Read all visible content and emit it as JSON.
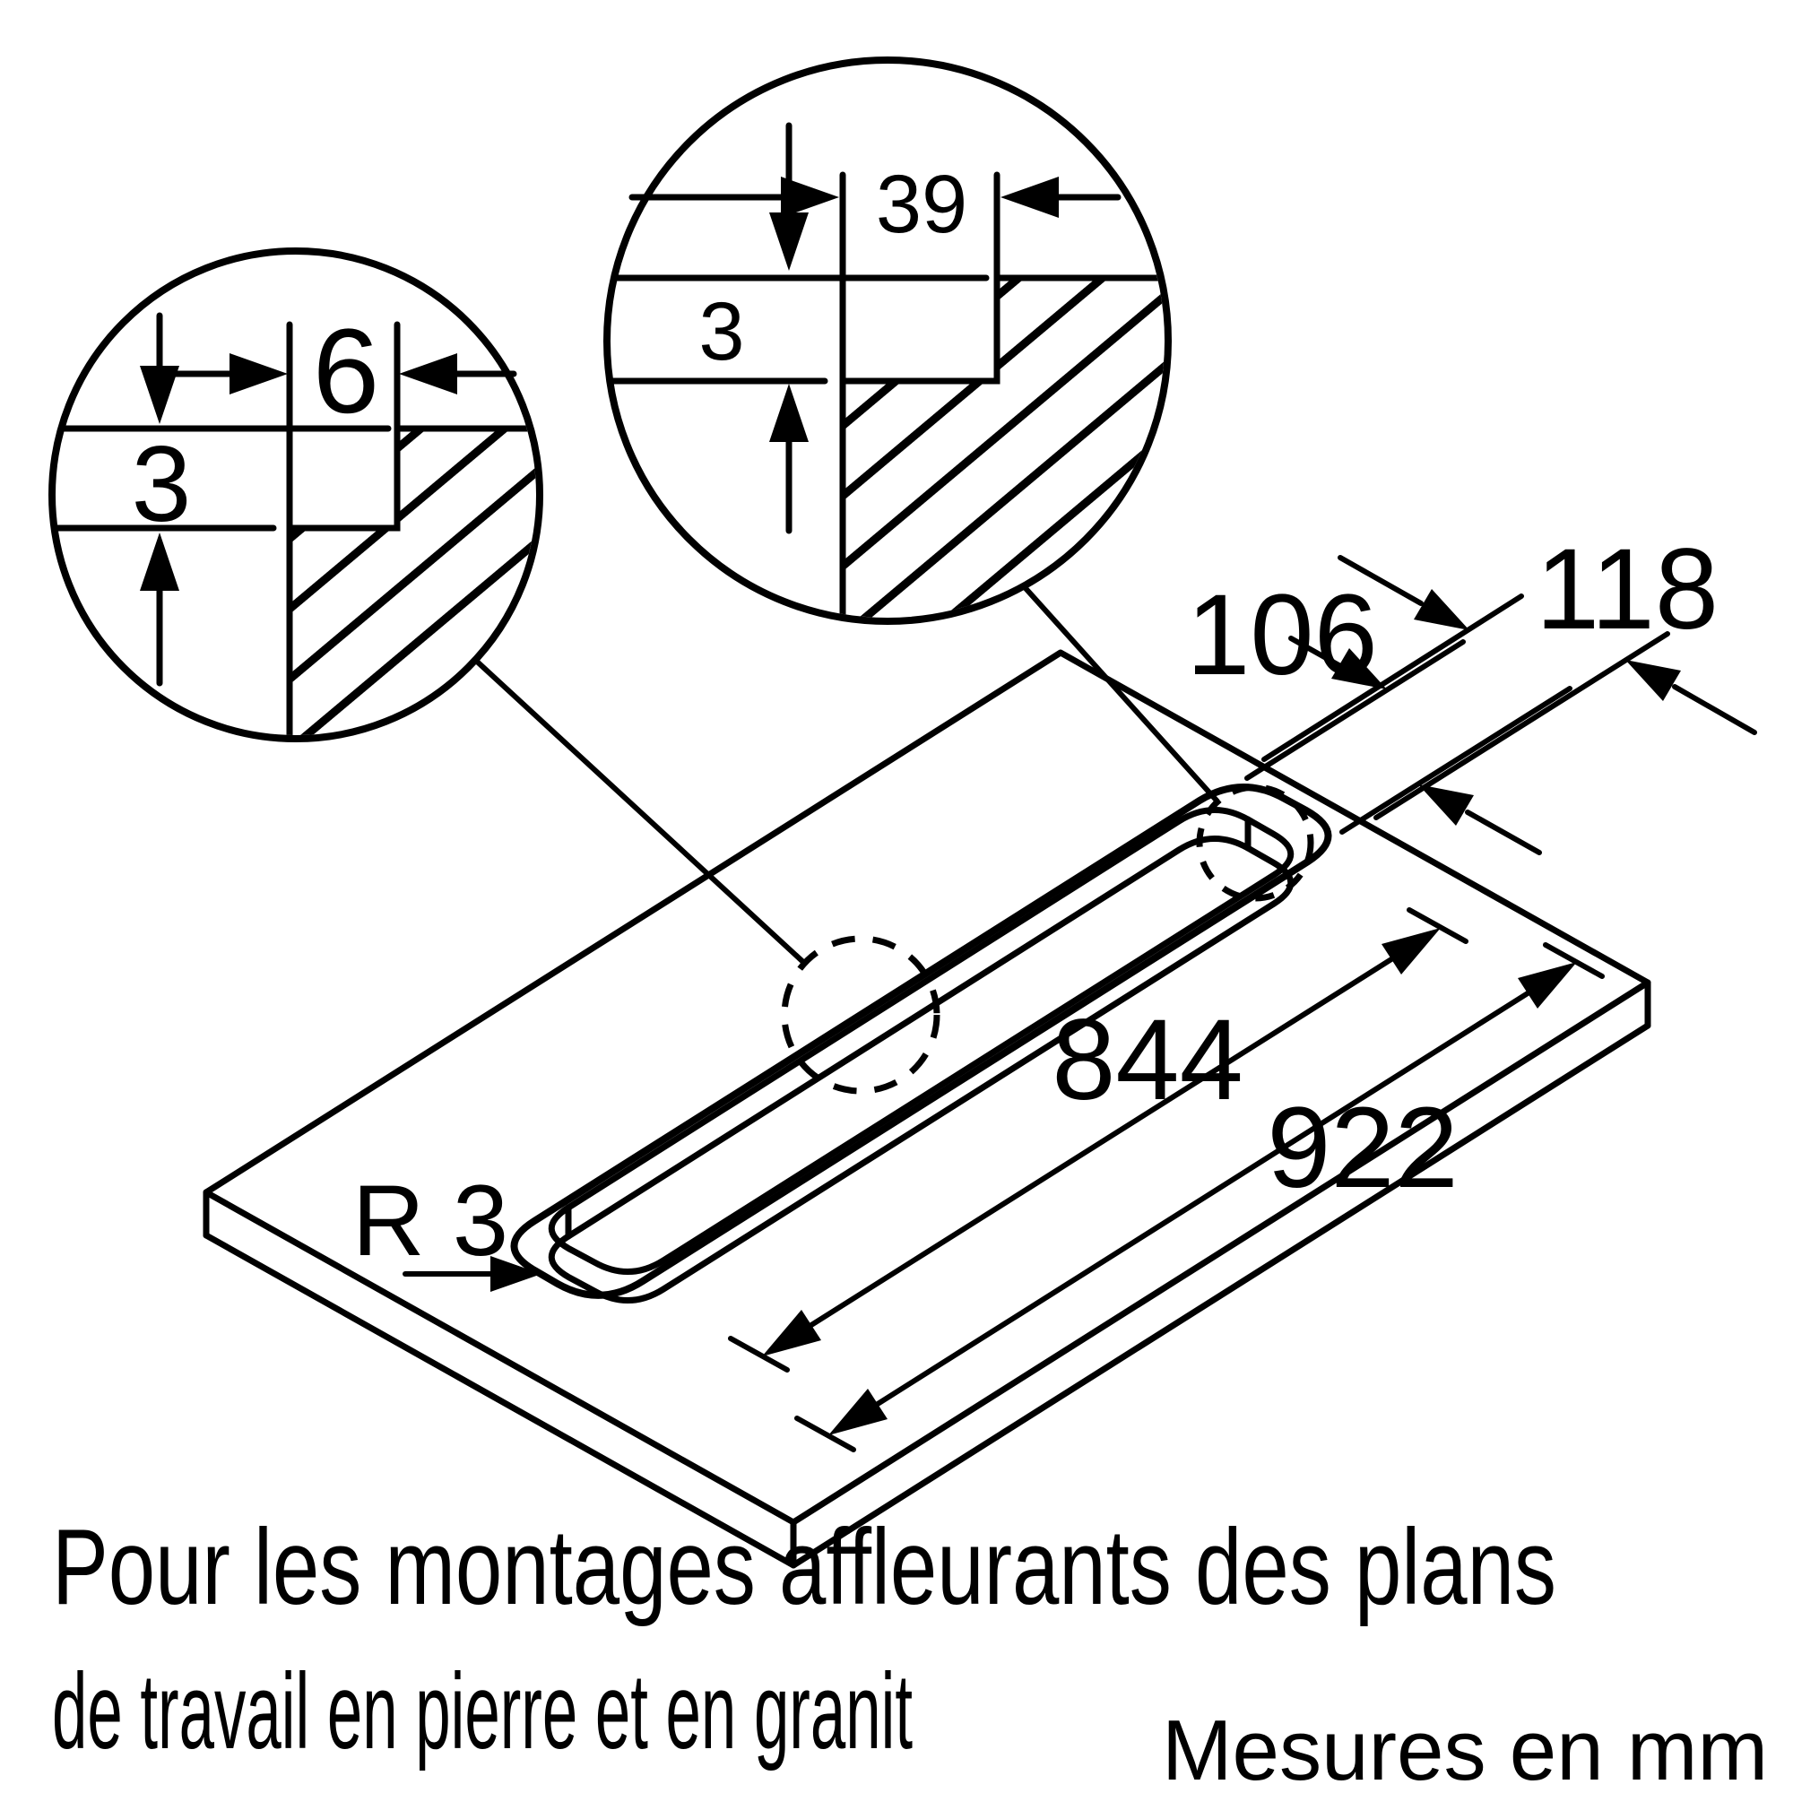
{
  "drawing": {
    "background_color": "#ffffff",
    "line_color": "#000000",
    "detail_circle_left": {
      "ledge_width": "6",
      "ledge_depth": "3"
    },
    "detail_circle_right": {
      "ledge_width": "39",
      "ledge_depth": "3"
    },
    "plan_view": {
      "inner_cutout_length": "844",
      "outer_recess_length": "922",
      "inner_cutout_width": "106",
      "outer_recess_width": "118",
      "corner_radius": "R 3"
    },
    "caption": {
      "line1": "Pour les montages affleurants des plans",
      "line2": "de travail en pierre et en granit"
    },
    "units_note": "Mesures en mm"
  }
}
